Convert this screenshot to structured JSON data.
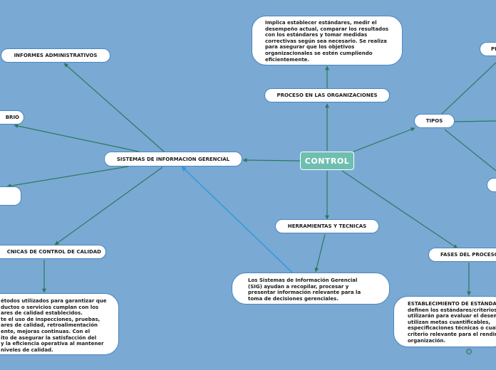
{
  "center": {
    "label": "CONTROL"
  },
  "nodes": {
    "sistemas": "SISTEMAS DE INFORMACION GERENCIAL",
    "informes": "INFORMES ADMINISTRATIVOS",
    "equilibrio": "BRIO",
    "tecnicas_calidad": "CNICAS DE CONTROL DE CALIDAD",
    "proceso_org": "PROCESO EN LAS ORGANIZACIONES",
    "herramientas": "HERRAMIENTAS Y TECNICAS",
    "tipos": "TIPOS",
    "fases": "FASES DEL PROCESO",
    "pr": "PR"
  },
  "bubbles": {
    "proceso_desc": "Implica establecer estándares, medir el\ndesempeño actual, comparar los resultados\ncon los estándares y tomar medidas\ncorrectivas según sea necesario. Se realiza\npara asegurar que los objetivos\norganizacionales se estén cumpliendo\neficientemente.",
    "sig_desc": "Los Sistemas de Información Gerencial\n(SIG) ayudan a recopilar, procesar y\npresentar información relevante para la\ntoma de decisiones gerenciales.",
    "calidad_desc": "étodos utilizados para garantizar que\nductos o servicios cumplan con los\nares de calidad establecidos.\nte el uso de inspecciones, pruebas,\nares de calidad, retroalimentación\nente, mejoras continuas. Con el\nito de asegurar la satisfacción del\ny la eficiencia operativa al mantener\nniveles de calidad.",
    "fases_desc": "ESTABLECIMIENTO DE ESTÁNDA\ndefinen los estándares/criterios\nutilizarán para evaluar el desem\nutilizan metas cuantificables,\nespecificaciones técnicas o cual\ncriterio relevante para el rendim\norganización."
  },
  "colors": {
    "background": "#7aa9d4",
    "center_fill": "#6fbfb0",
    "link": "#2a7a5a",
    "link_highlight": "#2a9ad8",
    "node_border": "#4a86c0"
  }
}
